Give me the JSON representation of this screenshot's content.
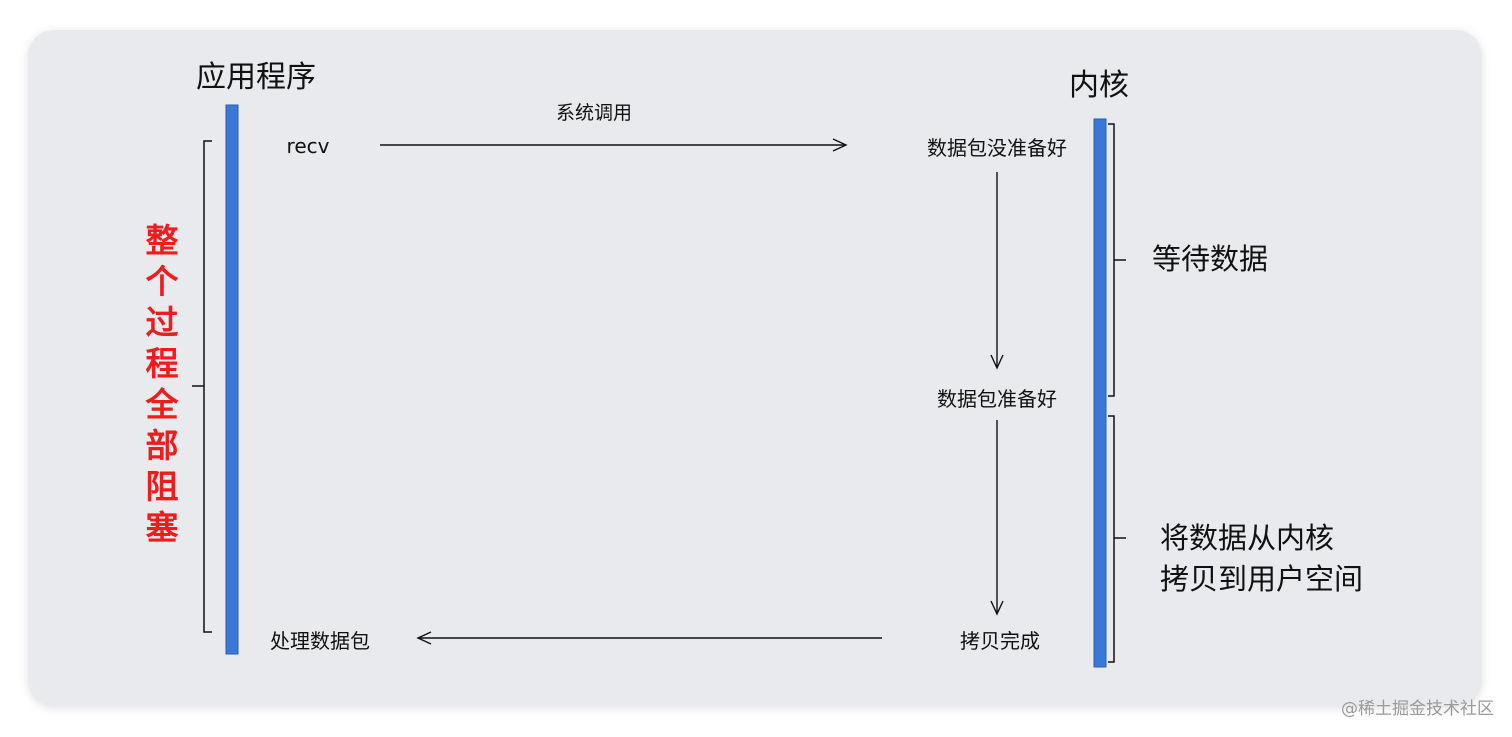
{
  "columns": {
    "app": "应用程序",
    "kernel": "内核"
  },
  "app_steps": {
    "recv": "recv",
    "process": "处理数据包"
  },
  "kernel_steps": {
    "not_ready": "数据包没准备好",
    "ready": "数据包准备好",
    "copy_done": "拷贝完成"
  },
  "arrows": {
    "syscall": "系统调用"
  },
  "phases": {
    "wait": "等待数据",
    "copy_line1": "将数据从内核",
    "copy_line2": "拷贝到用户空间"
  },
  "blocking_note": "整个过程全部阻塞",
  "watermark": "@稀土掘金技术社区",
  "colors": {
    "timeline": "#3a78d8",
    "highlight": "#ee1c1c",
    "panel": "#e9eaed"
  }
}
